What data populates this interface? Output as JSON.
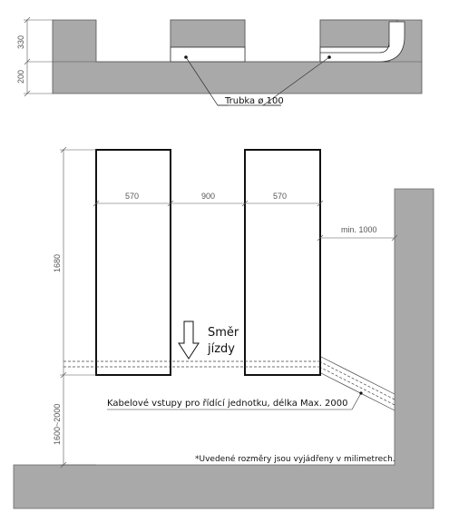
{
  "top_section": {
    "dim_330": "330",
    "dim_200": "200",
    "pipe_label": "Trubka ø 100"
  },
  "plan": {
    "dim_1680": "1680",
    "dim_570_left": "570",
    "dim_900": "900",
    "dim_570_right": "570",
    "dim_min1000": "min. 1000",
    "dim_1600_2000": "1600~2000",
    "direction_line1": "Směr",
    "direction_line2": "jízdy",
    "cable_entries": "Kabelové vstupy pro řídící jednotku, délka Max. 2000",
    "footnote": "*Uvedené rozměry jsou vyjádřeny v milimetrech."
  },
  "colors": {
    "concrete": "#a9a9a9",
    "outline": "#111111",
    "dimension": "#555555"
  }
}
